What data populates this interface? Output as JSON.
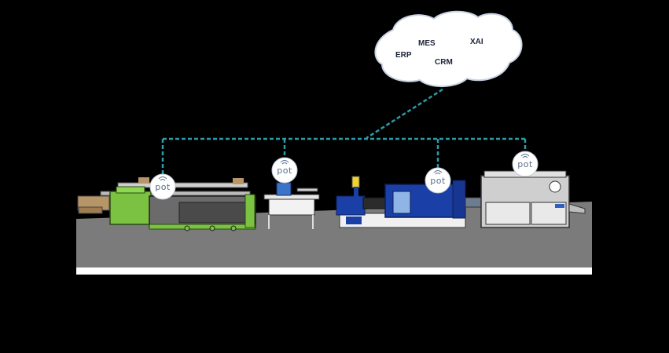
{
  "cloud": {
    "labels": {
      "erp": "ERP",
      "mes": "MES",
      "xai": "XAI",
      "crm": "CRM"
    }
  },
  "nodes": {
    "node_1": "pot",
    "node_2": "pot",
    "node_3": "pot",
    "node_4": "pot"
  },
  "colors": {
    "network_line": "#2d9aa8",
    "floor": "#7b7b7b",
    "floor_edge": "#ffffff",
    "machine_green": "#7cc242",
    "machine_blue": "#1a3fa6",
    "cloud_fill": "#ffffff",
    "cloud_stroke": "#c9d3e3"
  }
}
